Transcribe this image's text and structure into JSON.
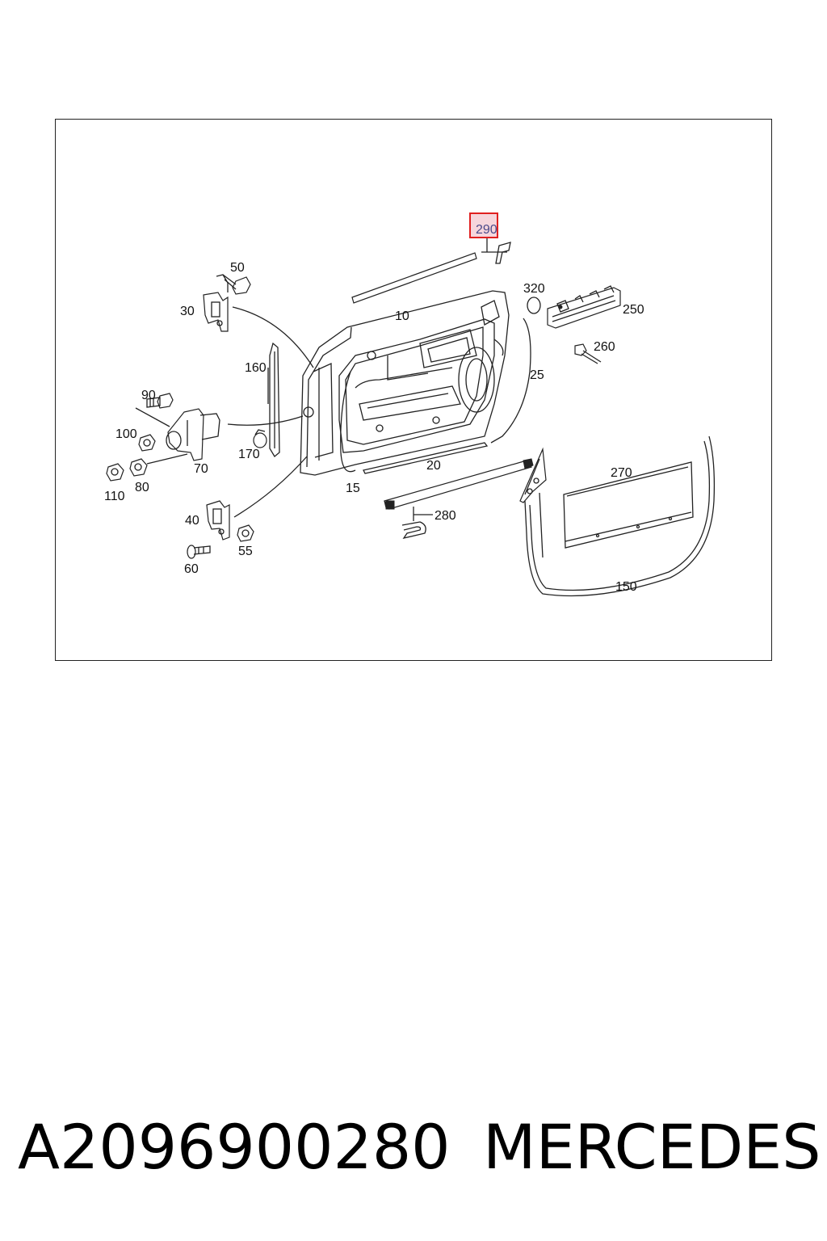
{
  "diagram": {
    "callouts": {
      "c10": "10",
      "c15": "15",
      "c20": "20",
      "c25": "25",
      "c30": "30",
      "c40": "40",
      "c50": "50",
      "c55": "55",
      "c60": "60",
      "c70": "70",
      "c80": "80",
      "c90": "90",
      "c100": "100",
      "c110": "110",
      "c150": "150",
      "c160": "160",
      "c170": "170",
      "c250": "250",
      "c260": "260",
      "c270": "270",
      "c280": "280",
      "c290": "290",
      "c320": "320"
    },
    "highlighted_part": "290",
    "highlight_color": "#e02020",
    "highlight_fill": "#f6d6dc"
  },
  "caption": {
    "part_number": "A2096900280",
    "brand": "MERCEDES"
  }
}
